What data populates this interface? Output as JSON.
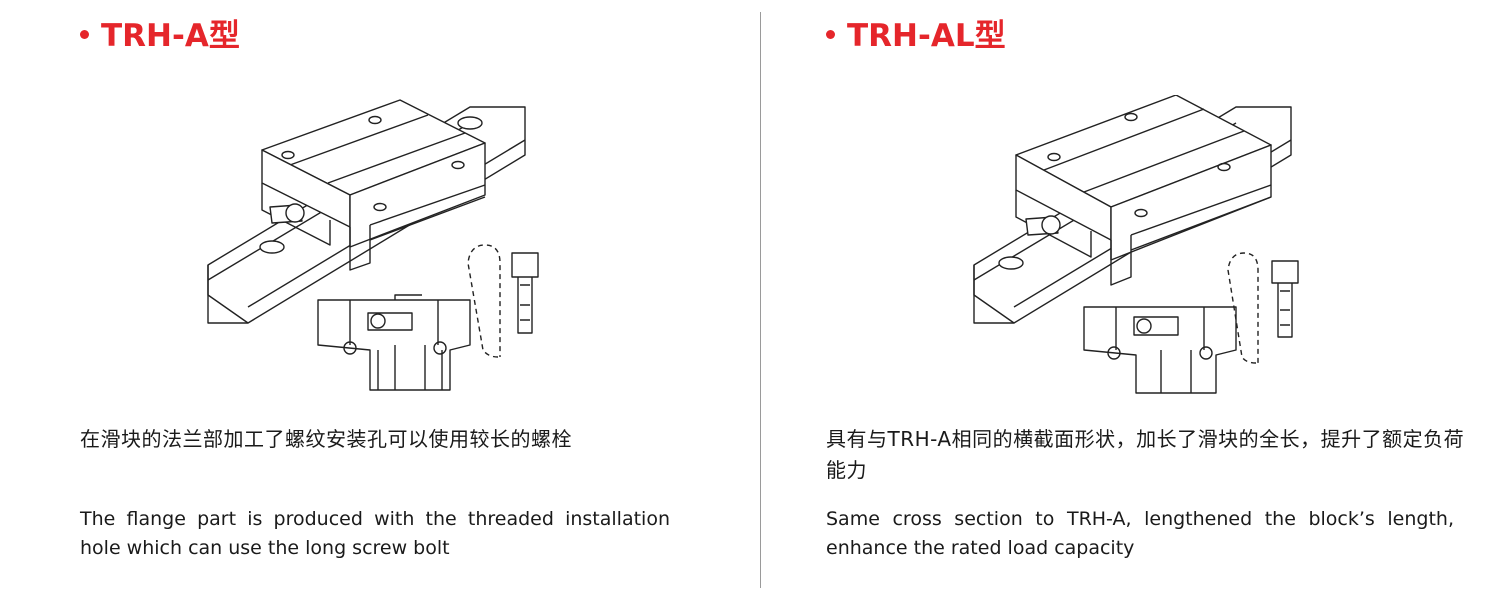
{
  "accent_color": "#e5262b",
  "left": {
    "title": "TRH-A型",
    "description_zh": "在滑块的法兰部加工了螺纹安装孔可以使用较长的螺栓",
    "description_en": "The flange part is produced with the threaded installation hole which can use the long screw bolt",
    "figure_icon": "linear-guide-block-drawing"
  },
  "right": {
    "title": "TRH-AL型",
    "description_zh": "具有与TRH-A相同的横截面形状，加长了滑块的全长，提升了额定负荷能力",
    "description_en": "Same cross section to TRH-A, lengthened the block’s length, enhance the rated load capacity",
    "figure_icon": "linear-guide-long-block-drawing"
  }
}
